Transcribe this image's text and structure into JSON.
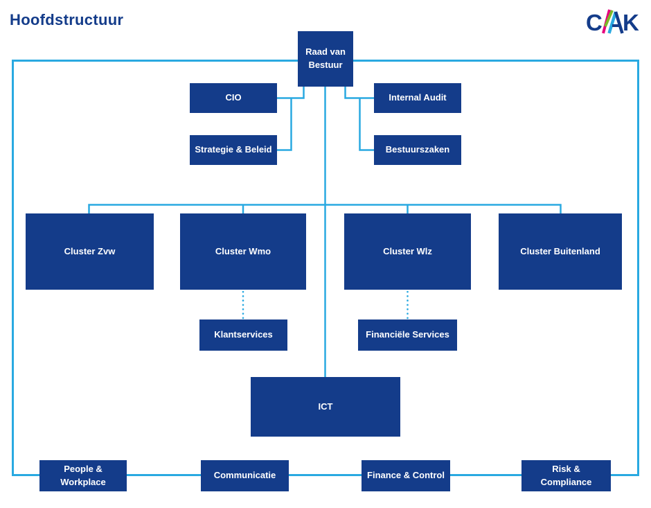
{
  "page": {
    "title": "Hoofdstructuur"
  },
  "logo": {
    "alt": "CAK",
    "c": "C",
    "ak_a": "A",
    "ak_k": "K"
  },
  "colors": {
    "box_fill": "#143c8a",
    "box_text": "#ffffff",
    "connector_line": "#29a9e1",
    "title_text": "#143c8a",
    "logo_navy": "#143c8a",
    "logo_magenta": "#e5007d",
    "logo_green": "#7db928",
    "logo_cyan": "#29a9e1"
  },
  "nodes": {
    "raad_van_bestuur": {
      "label": "Raad van Bestuur"
    },
    "cio": {
      "label": "CIO"
    },
    "internal_audit": {
      "label": "Internal Audit"
    },
    "strategie_beleid": {
      "label": "Strategie & Beleid"
    },
    "bestuurszaken": {
      "label": "Bestuurszaken"
    },
    "cluster_zvw": {
      "label": "Cluster Zvw"
    },
    "cluster_wmo": {
      "label": "Cluster Wmo"
    },
    "cluster_wlz": {
      "label": "Cluster Wlz"
    },
    "cluster_buitenland": {
      "label": "Cluster Buitenland"
    },
    "klantservices": {
      "label": "Klantservices"
    },
    "financiele_services": {
      "label": "Financiële Services"
    },
    "ict": {
      "label": "ICT"
    },
    "people_workplace": {
      "label": "People & Workplace"
    },
    "communicatie": {
      "label": "Communicatie"
    },
    "finance_control": {
      "label": "Finance & Control"
    },
    "risk_compliance": {
      "label": "Risk & Compliance"
    }
  },
  "edges": [
    {
      "from": "raad_van_bestuur",
      "to": "cio",
      "style": "solid"
    },
    {
      "from": "raad_van_bestuur",
      "to": "strategie_beleid",
      "style": "solid"
    },
    {
      "from": "raad_van_bestuur",
      "to": "internal_audit",
      "style": "solid"
    },
    {
      "from": "raad_van_bestuur",
      "to": "bestuurszaken",
      "style": "solid"
    },
    {
      "from": "raad_van_bestuur",
      "to": "cluster_zvw",
      "style": "solid"
    },
    {
      "from": "raad_van_bestuur",
      "to": "cluster_wmo",
      "style": "solid"
    },
    {
      "from": "raad_van_bestuur",
      "to": "cluster_wlz",
      "style": "solid"
    },
    {
      "from": "raad_van_bestuur",
      "to": "cluster_buitenland",
      "style": "solid"
    },
    {
      "from": "raad_van_bestuur",
      "to": "ict",
      "style": "solid"
    },
    {
      "from": "cluster_wmo",
      "to": "klantservices",
      "style": "dotted"
    },
    {
      "from": "cluster_wlz",
      "to": "financiele_services",
      "style": "dotted"
    }
  ]
}
